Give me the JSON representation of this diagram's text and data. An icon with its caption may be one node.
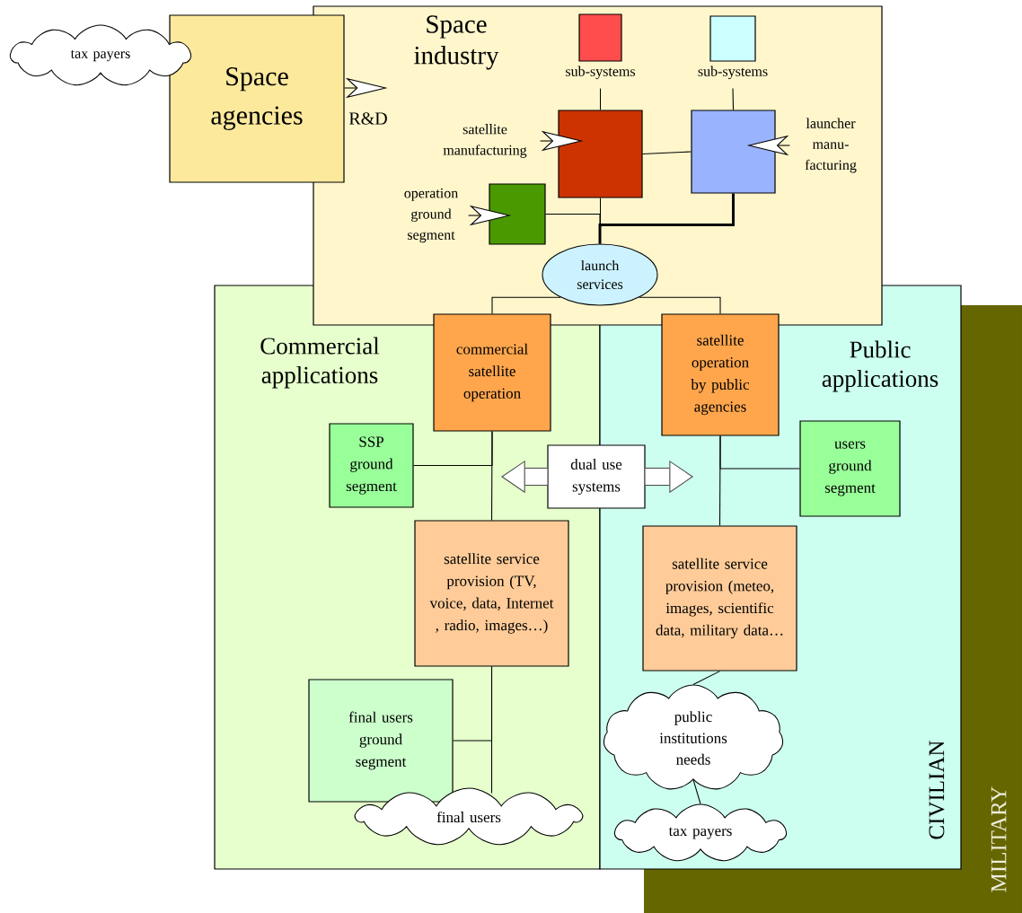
{
  "diagram": {
    "nodes": [
      {
        "text": [
          "tax payers"
        ]
      },
      {
        "text": [
          "Space agencies"
        ]
      },
      {
        "text": [
          "Space industry"
        ]
      },
      {
        "text": [
          "sub-systems"
        ],
        "in": 2
      },
      {
        "text": [
          "sub-systems"
        ],
        "in": 2
      },
      {
        "text": [
          "satellite manufacturing"
        ],
        "in": 2
      },
      {
        "text": [],
        "shape": "box",
        "in": 2
      },
      {
        "text": [],
        "shape": "box",
        "in": 2
      },
      {
        "text": [
          "launcher manu- facturing"
        ],
        "in": 2
      },
      {
        "text": [
          "operation ground segment"
        ],
        "in": 2
      },
      {
        "text": [],
        "shape": "box",
        "in": 2
      },
      {
        "text": [
          "launch services"
        ],
        "in": 2
      },
      {
        "text": [
          "MILITARY"
        ]
      },
      {
        "text": [
          "Commercial applications"
        ]
      },
      {
        "text": [
          "Public applications"
        ]
      },
      {
        "text": [
          "commercial satellite operation"
        ],
        "in": 13
      },
      {
        "text": [
          "satellite operation by public agencies"
        ],
        "in": 14
      },
      {
        "text": [
          "SSP ground segment"
        ],
        "in": 13
      },
      {
        "text": [
          "dual use systems"
        ]
      },
      {
        "text": [
          "users ground segment"
        ],
        "in": 14
      },
      {
        "text": [
          "satellite service provision (TV, voice, data, Internet , radio, images…)"
        ],
        "in": 13
      },
      {
        "text": [
          "satellite service provision (meteo, images, scientific data, military data…"
        ],
        "in": 14
      },
      {
        "text": [
          "final users ground segment"
        ],
        "in": 13
      },
      {
        "text": [
          "public institutions needs"
        ],
        "in": 14
      },
      {
        "text": [
          "final users"
        ],
        "in": 13
      },
      {
        "text": [
          "tax payers"
        ],
        "in": 14
      }
    ],
    "edges": [
      {
        "from": 1,
        "to": null,
        "arrow": "to",
        "label": "R&D"
      },
      {
        "from": 3,
        "to": 6,
        "arrow": "none"
      },
      {
        "from": 4,
        "to": 7,
        "arrow": "none"
      },
      {
        "from": 6,
        "to": 7,
        "arrow": "none"
      },
      {
        "from": 5,
        "to": 6,
        "arrow": "to"
      },
      {
        "from": 8,
        "to": 7,
        "arrow": "to"
      },
      {
        "from": 9,
        "to": 10,
        "arrow": "to"
      },
      {
        "from": 6,
        "to": 11,
        "arrow": "none"
      },
      {
        "from": 7,
        "to": 11,
        "arrow": "none",
        "style": "thick"
      },
      {
        "from": 10,
        "to": 11,
        "arrow": "none"
      },
      {
        "from": 11,
        "to": 15,
        "arrow": "none"
      },
      {
        "from": 11,
        "to": 16,
        "arrow": "none"
      },
      {
        "from": 15,
        "to": 17,
        "arrow": "none"
      },
      {
        "from": 15,
        "to": 20,
        "arrow": "none"
      },
      {
        "from": 20,
        "to": 22,
        "arrow": "none"
      },
      {
        "from": 20,
        "to": 24,
        "arrow": "none"
      },
      {
        "from": 16,
        "to": 19,
        "arrow": "none"
      },
      {
        "from": 16,
        "to": 21,
        "arrow": "none"
      },
      {
        "from": 21,
        "to": 23,
        "arrow": "none"
      },
      {
        "from": 23,
        "to": 25,
        "arrow": "none"
      },
      {
        "from": 18,
        "to": null,
        "arrow": "to",
        "style": "thick"
      },
      {
        "from": 18,
        "to": null,
        "arrow": "to",
        "style": "thick"
      }
    ],
    "labels": [
      "CIVILIAN"
    ]
  }
}
